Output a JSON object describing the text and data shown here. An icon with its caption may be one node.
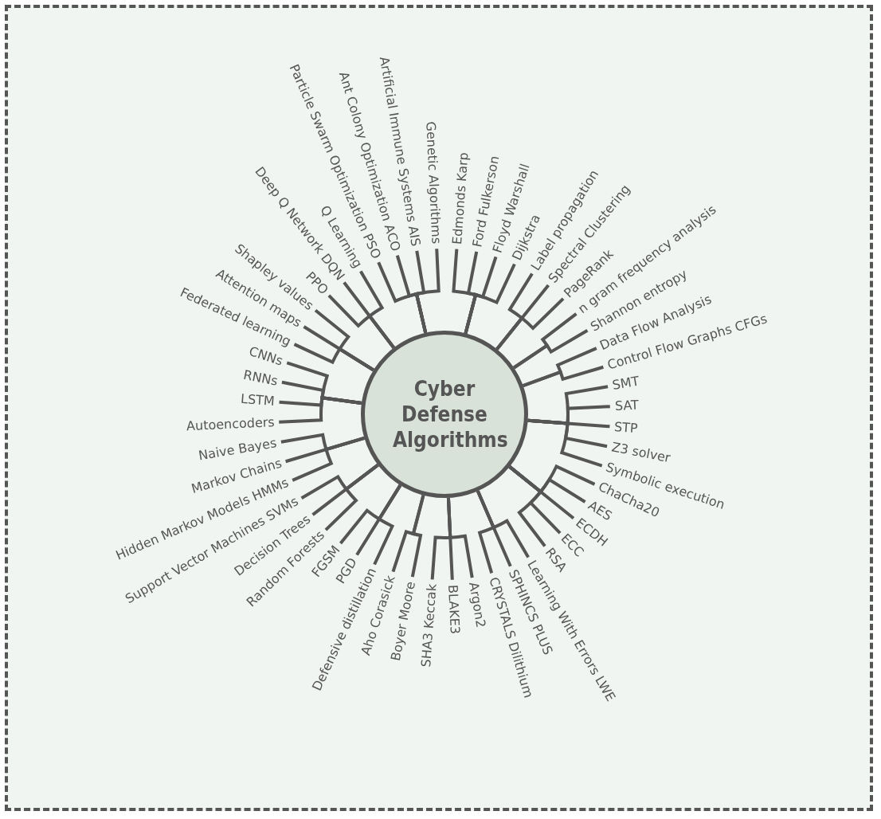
{
  "diagram": {
    "nodes": [
      {
        "text": [
          "Cyber Defense Algorithms"
        ]
      },
      {
        "text": [
          "Federated learning"
        ]
      },
      {
        "text": [
          "Attention maps"
        ]
      },
      {
        "text": [
          "Shapley values"
        ]
      },
      {
        "text": [
          "PPO"
        ]
      },
      {
        "text": [
          "Deep Q Network DQN"
        ]
      },
      {
        "text": [
          "Q Learning"
        ]
      },
      {
        "text": [
          "Particle Swarm Optimization PSO"
        ]
      },
      {
        "text": [
          "Ant Colony Optimization ACO"
        ]
      },
      {
        "text": [
          "Artificial Immune Systems AIS"
        ]
      },
      {
        "text": [
          "Genetic Algorithms"
        ]
      },
      {
        "text": [
          "Edmonds Karp"
        ]
      },
      {
        "text": [
          "Ford Fulkerson"
        ]
      },
      {
        "text": [
          "Floyd Warshall"
        ]
      },
      {
        "text": [
          "Dijkstra"
        ]
      },
      {
        "text": [
          "Label propagation"
        ]
      },
      {
        "text": [
          "Spectral Clustering"
        ]
      },
      {
        "text": [
          "PageRank"
        ]
      },
      {
        "text": [
          "n gram frequency analysis"
        ]
      },
      {
        "text": [
          "Shannon entropy"
        ]
      },
      {
        "text": [
          "Data Flow Analysis"
        ]
      },
      {
        "text": [
          "Control Flow Graphs CFGs"
        ]
      },
      {
        "text": [
          "SMT"
        ]
      },
      {
        "text": [
          "SAT"
        ]
      },
      {
        "text": [
          "STP"
        ]
      },
      {
        "text": [
          "Z3 solver"
        ]
      },
      {
        "text": [
          "Symbolic execution"
        ]
      },
      {
        "text": [
          "ChaCha20"
        ]
      },
      {
        "text": [
          "AES"
        ]
      },
      {
        "text": [
          "ECDH"
        ]
      },
      {
        "text": [
          "ECC"
        ]
      },
      {
        "text": [
          "RSA"
        ]
      },
      {
        "text": [
          "Learning With Errors LWE"
        ]
      },
      {
        "text": [
          "SPHINCS PLUS"
        ]
      },
      {
        "text": [
          "CRYSTALS Dilithium"
        ]
      },
      {
        "text": [
          "Argon2"
        ]
      },
      {
        "text": [
          "BLAKE3"
        ]
      },
      {
        "text": [
          "SHA3 Keccak"
        ]
      },
      {
        "text": [
          "Boyer Moore"
        ]
      },
      {
        "text": [
          "Aho Corasick"
        ]
      },
      {
        "text": [
          "Defensive distillation"
        ]
      },
      {
        "text": [
          "PGD"
        ]
      },
      {
        "text": [
          "FGSM"
        ]
      },
      {
        "text": [
          "Random Forests"
        ]
      },
      {
        "text": [
          "Decision Trees"
        ]
      },
      {
        "text": [
          "Support Vector Machines SVMs"
        ]
      },
      {
        "text": [
          "Hidden Markov Models HMMs"
        ]
      },
      {
        "text": [
          "Markov Chains"
        ]
      },
      {
        "text": [
          "Naive Bayes"
        ]
      },
      {
        "text": [
          "Autoencoders"
        ]
      },
      {
        "text": [
          "LSTM"
        ]
      },
      {
        "text": [
          "RNNs"
        ]
      },
      {
        "text": [
          "CNNs"
        ]
      }
    ],
    "edges": [
      {
        "from": 0,
        "to": 1,
        "arrow": "none"
      },
      {
        "from": 0,
        "to": 2,
        "arrow": "none"
      },
      {
        "from": 0,
        "to": 3,
        "arrow": "none"
      },
      {
        "from": 0,
        "to": 4,
        "arrow": "none"
      },
      {
        "from": 0,
        "to": 5,
        "arrow": "none"
      },
      {
        "from": 0,
        "to": 6,
        "arrow": "none"
      },
      {
        "from": 0,
        "to": 7,
        "arrow": "none"
      },
      {
        "from": 0,
        "to": 8,
        "arrow": "none"
      },
      {
        "from": 0,
        "to": 9,
        "arrow": "none"
      },
      {
        "from": 0,
        "to": 10,
        "arrow": "none"
      },
      {
        "from": 0,
        "to": 11,
        "arrow": "none"
      },
      {
        "from": 0,
        "to": 12,
        "arrow": "none"
      },
      {
        "from": 0,
        "to": 13,
        "arrow": "none"
      },
      {
        "from": 0,
        "to": 14,
        "arrow": "none"
      },
      {
        "from": 0,
        "to": 15,
        "arrow": "none"
      },
      {
        "from": 0,
        "to": 16,
        "arrow": "none"
      },
      {
        "from": 0,
        "to": 17,
        "arrow": "none"
      },
      {
        "from": 0,
        "to": 18,
        "arrow": "none"
      },
      {
        "from": 0,
        "to": 19,
        "arrow": "none"
      },
      {
        "from": 0,
        "to": 20,
        "arrow": "none"
      },
      {
        "from": 0,
        "to": 21,
        "arrow": "none"
      },
      {
        "from": 0,
        "to": 22,
        "arrow": "none"
      },
      {
        "from": 0,
        "to": 23,
        "arrow": "none"
      },
      {
        "from": 0,
        "to": 24,
        "arrow": "none"
      },
      {
        "from": 0,
        "to": 25,
        "arrow": "none"
      },
      {
        "from": 0,
        "to": 26,
        "arrow": "none"
      },
      {
        "from": 0,
        "to": 27,
        "arrow": "none"
      },
      {
        "from": 0,
        "to": 28,
        "arrow": "none"
      },
      {
        "from": 0,
        "to": 29,
        "arrow": "none"
      },
      {
        "from": 0,
        "to": 30,
        "arrow": "none"
      },
      {
        "from": 0,
        "to": 31,
        "arrow": "none"
      },
      {
        "from": 0,
        "to": 32,
        "arrow": "none"
      },
      {
        "from": 0,
        "to": 33,
        "arrow": "none"
      },
      {
        "from": 0,
        "to": 34,
        "arrow": "none"
      },
      {
        "from": 0,
        "to": 35,
        "arrow": "none"
      },
      {
        "from": 0,
        "to": 36,
        "arrow": "none"
      },
      {
        "from": 0,
        "to": 37,
        "arrow": "none"
      },
      {
        "from": 0,
        "to": 38,
        "arrow": "none"
      },
      {
        "from": 0,
        "to": 39,
        "arrow": "none"
      },
      {
        "from": 0,
        "to": 40,
        "arrow": "none"
      },
      {
        "from": 0,
        "to": 41,
        "arrow": "none"
      },
      {
        "from": 0,
        "to": 42,
        "arrow": "none"
      },
      {
        "from": 0,
        "to": 43,
        "arrow": "none"
      },
      {
        "from": 0,
        "to": 44,
        "arrow": "none"
      },
      {
        "from": 0,
        "to": 45,
        "arrow": "none"
      },
      {
        "from": 0,
        "to": 46,
        "arrow": "none"
      },
      {
        "from": 0,
        "to": 47,
        "arrow": "none"
      },
      {
        "from": 0,
        "to": 48,
        "arrow": "none"
      },
      {
        "from": 0,
        "to": 49,
        "arrow": "none"
      },
      {
        "from": 0,
        "to": 50,
        "arrow": "none"
      },
      {
        "from": 0,
        "to": 51,
        "arrow": "none"
      },
      {
        "from": 0,
        "to": 52,
        "arrow": "none"
      }
    ]
  }
}
